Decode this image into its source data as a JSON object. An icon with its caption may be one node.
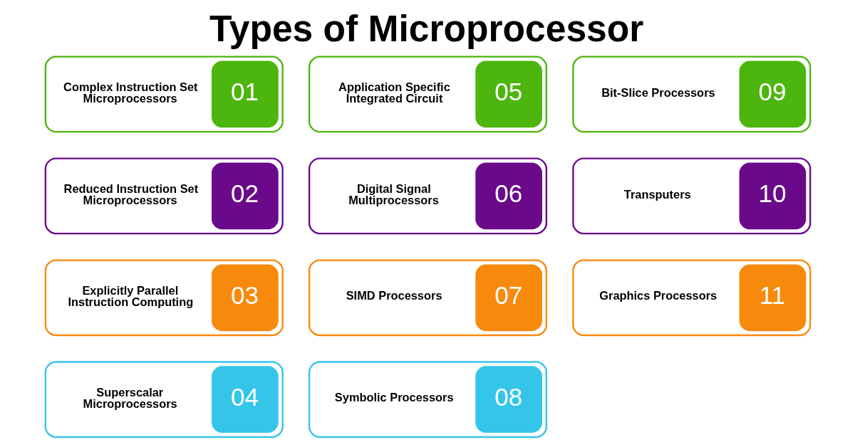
{
  "diagram": {
    "title": "Types of Microprocessor",
    "nodes": [
      {
        "text": [
          "Complex Instruction Set Microprocessors",
          "01"
        ]
      },
      {
        "text": [
          "Reduced Instruction Set Microprocessors",
          "02"
        ]
      },
      {
        "text": [
          "Explicitly Parallel Instruction Computing",
          "03"
        ]
      },
      {
        "text": [
          "Superscalar Microprocessors",
          "04"
        ]
      },
      {
        "text": [
          "Application Specific Integrated Circuit",
          "05"
        ]
      },
      {
        "text": [
          "Digital Signal Multiprocessors",
          "06"
        ]
      },
      {
        "text": [
          "SIMD Processors",
          "07"
        ]
      },
      {
        "text": [
          "Symbolic Processors",
          "08"
        ]
      },
      {
        "text": [
          "Bit-Slice Processors",
          "09"
        ]
      },
      {
        "text": [
          "Transputers",
          "10"
        ]
      },
      {
        "text": [
          "Graphics Processors",
          "11"
        ]
      }
    ],
    "edges": []
  }
}
